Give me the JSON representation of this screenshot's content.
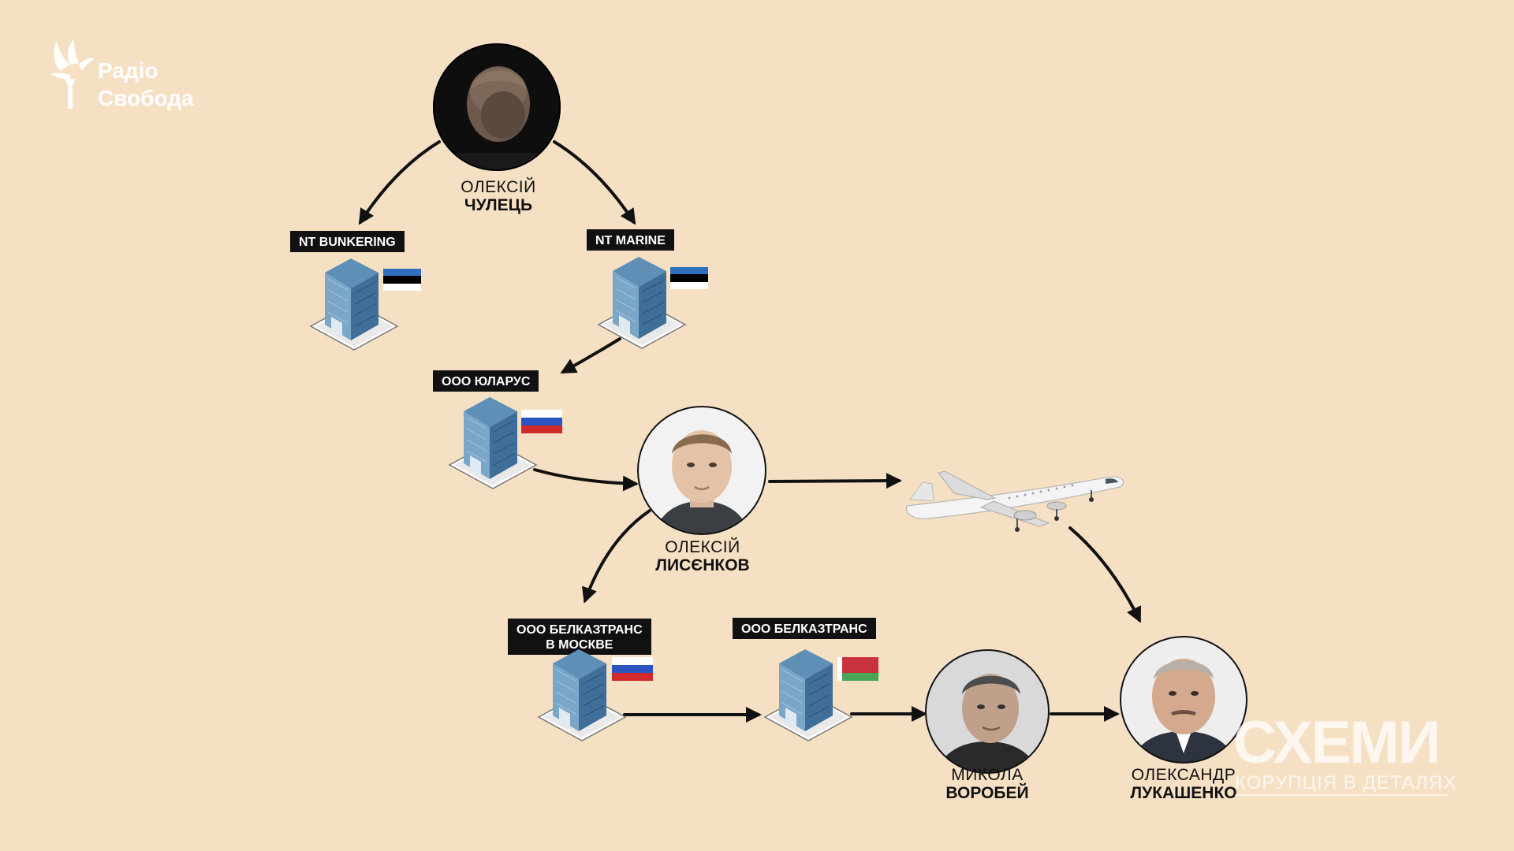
{
  "logo": {
    "line1": "Радіо",
    "line2": "Свобода"
  },
  "watermark": {
    "title": "СХЕМИ",
    "subtitle": "КОРУПЦІЯ В ДЕТАЛЯХ"
  },
  "persons": {
    "chulets": {
      "first": "ОЛЕКСІЙ",
      "last": "ЧУЛЕЦЬ"
    },
    "lysenkov": {
      "first": "ОЛЕКСІЙ",
      "last": "ЛИСЄНКОВ"
    },
    "vorobei": {
      "first": "МИКОЛА",
      "last": "ВОРОБЕЙ"
    },
    "lukashenko": {
      "first": "ОЛЕКСАНДР",
      "last": "ЛУКАШЕНКО"
    }
  },
  "companies": {
    "nt_bunkering": "NT BUNKERING",
    "nt_marine": "NT MARINE",
    "yularus": "ООО ЮЛАРУС",
    "belkaztrans_moscow_1": "ООО БЕЛКАЗТРАНС",
    "belkaztrans_moscow_2": "В МОСКВЕ",
    "belkaztrans": "ООО БЕЛКАЗТРАНС"
  },
  "colors": {
    "background": "#f6e0c4",
    "label_bg": "#111111",
    "estonia": [
      "#2f6fc0",
      "#000000",
      "#ffffff"
    ],
    "russia": [
      "#ffffff",
      "#2a55c0",
      "#d22a2a"
    ],
    "belarus": [
      "#c8313e",
      "#4aa657"
    ]
  },
  "icons": [
    "building-icon",
    "airplane-icon",
    "flag-estonia-icon",
    "flag-russia-icon",
    "flag-belarus-icon",
    "radio-svoboda-logo-icon",
    "portrait-icon"
  ]
}
